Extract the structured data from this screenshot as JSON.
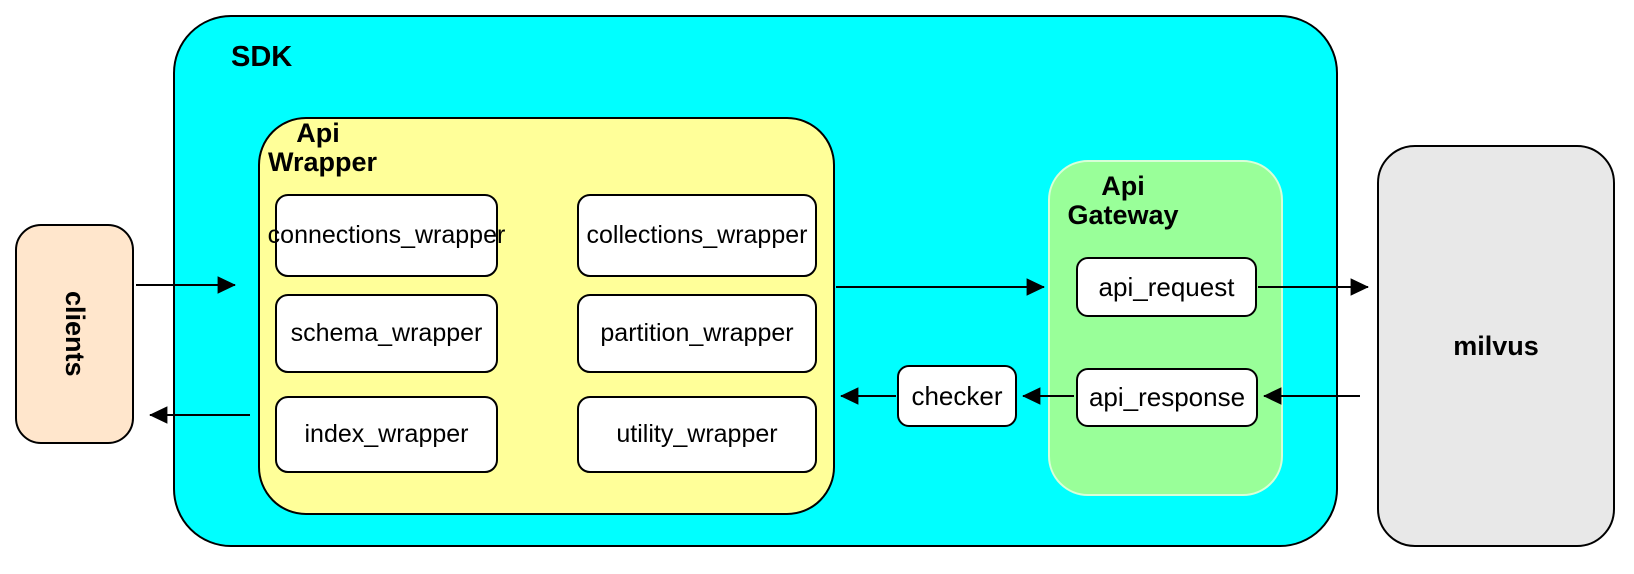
{
  "diagram": {
    "clients": {
      "label": "clients"
    },
    "sdk": {
      "label": "SDK",
      "api_wrapper": {
        "label": "Api\nWrapper",
        "boxes": [
          {
            "label": "connections_wrapper"
          },
          {
            "label": "collections_wrapper"
          },
          {
            "label": "schema_wrapper"
          },
          {
            "label": "partition_wrapper"
          },
          {
            "label": "index_wrapper"
          },
          {
            "label": "utility_wrapper"
          }
        ]
      },
      "checker": {
        "label": "checker"
      },
      "api_gateway": {
        "label": "Api\nGateway",
        "boxes": [
          {
            "label": "api_request"
          },
          {
            "label": "api_response"
          }
        ]
      }
    },
    "milvus": {
      "label": "milvus"
    },
    "colors": {
      "sdk_fill": "#00FFFF",
      "api_wrapper_fill": "#FFFF99",
      "api_gateway_fill": "#99FF99",
      "clients_fill": "#FFE6CC",
      "milvus_fill": "#E8E8E8",
      "node_fill": "#FFFFFF",
      "stroke": "#000000"
    },
    "connections": [
      {
        "from": "clients",
        "to": "sdk"
      },
      {
        "from": "api_wrapper",
        "to": "api_gateway"
      },
      {
        "from": "api_request",
        "to": "milvus"
      },
      {
        "from": "milvus",
        "to": "api_response"
      },
      {
        "from": "api_response",
        "to": "checker"
      },
      {
        "from": "checker",
        "to": "api_wrapper"
      },
      {
        "from": "api_wrapper",
        "to": "clients"
      }
    ]
  }
}
